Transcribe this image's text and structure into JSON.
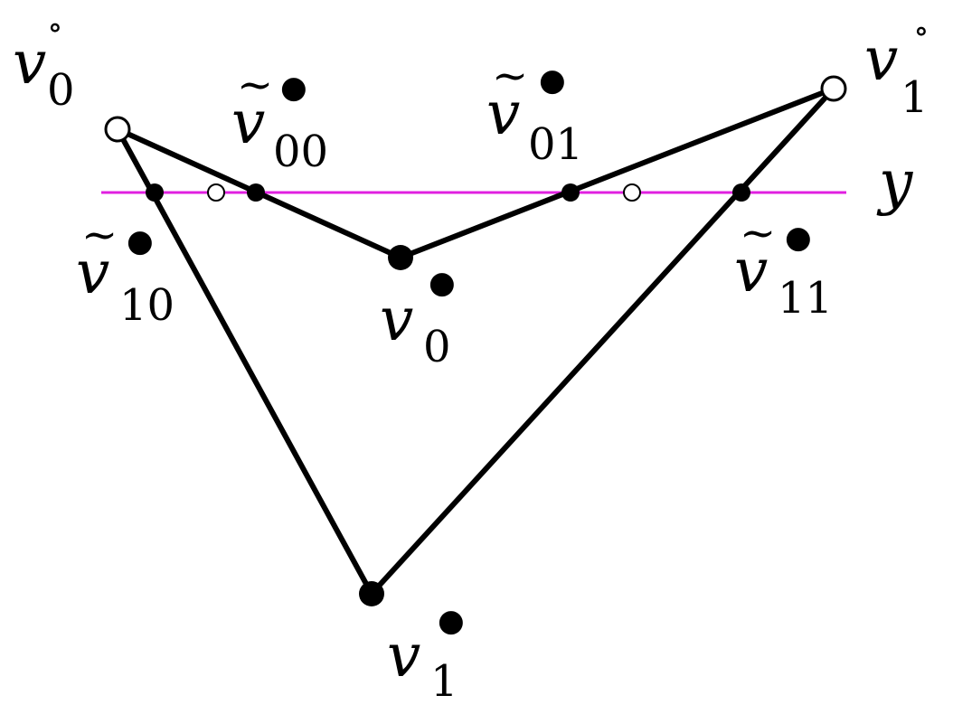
{
  "colors": {
    "ink": "#000000",
    "line_y": "#e020e0",
    "open_fill": "#ffffff"
  },
  "labels": {
    "v0_open": {
      "base": "v",
      "sub": "0",
      "mark": "∘"
    },
    "v1_open": {
      "base": "v",
      "sub": "1",
      "mark": "∘"
    },
    "v0_filled": {
      "base": "v",
      "sub": "0",
      "mark": "●"
    },
    "v1_filled": {
      "base": "v",
      "sub": "1",
      "mark": "●"
    },
    "vt00": {
      "base": "v",
      "sub": "00",
      "mark": "●",
      "accent": "~"
    },
    "vt01": {
      "base": "v",
      "sub": "01",
      "mark": "●",
      "accent": "~"
    },
    "vt10": {
      "base": "v",
      "sub": "10",
      "mark": "●",
      "accent": "~"
    },
    "vt11": {
      "base": "v",
      "sub": "11",
      "mark": "●",
      "accent": "~"
    },
    "y_line": "y"
  }
}
